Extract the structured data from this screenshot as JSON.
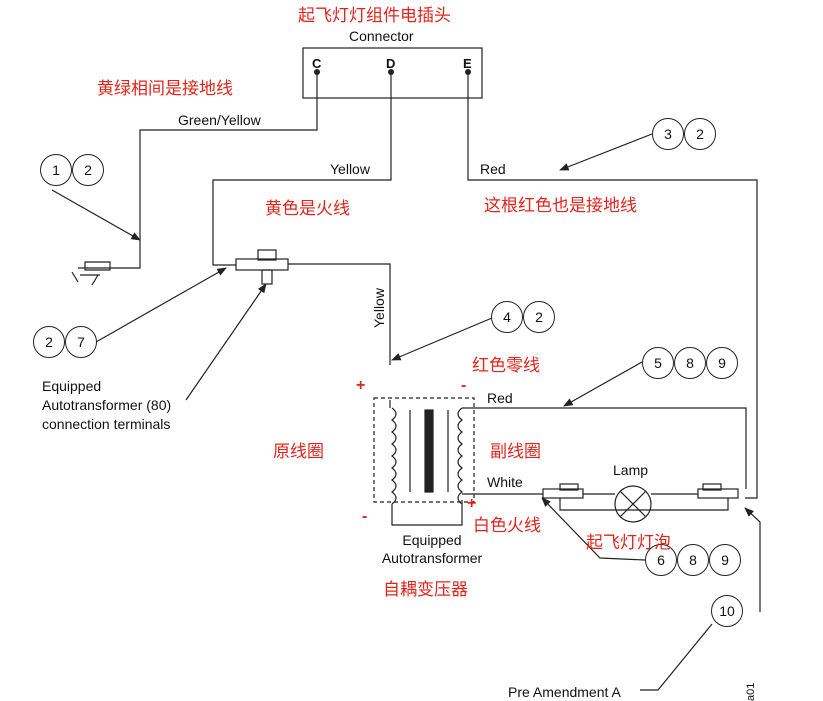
{
  "connector": {
    "title": "Connector",
    "pins": [
      "C",
      "D",
      "E"
    ]
  },
  "wires": {
    "green_yellow": "Green/Yellow",
    "yellow_top": "Yellow",
    "red_top": "Red",
    "yellow_vertical": "Yellow",
    "red_secondary": "Red",
    "white_secondary": "White"
  },
  "components": {
    "terminals": "Equipped\nAutotransformer (80)\nconnection terminals",
    "terminals_lines": [
      "Equipped",
      "Autotransformer (80)",
      "connection terminals"
    ],
    "autotransformer": [
      "Equipped",
      "Autotransformer"
    ],
    "lamp": "Lamp",
    "pre_amendment": "Pre Amendment A",
    "figure_code": "a01"
  },
  "polarity": {
    "plus": "+",
    "minus": "-"
  },
  "callouts": [
    {
      "id": "c1",
      "values": [
        "1",
        "2"
      ]
    },
    {
      "id": "c2",
      "values": [
        "3",
        "2"
      ]
    },
    {
      "id": "c3",
      "values": [
        "2",
        "7"
      ]
    },
    {
      "id": "c4",
      "values": [
        "4",
        "2"
      ]
    },
    {
      "id": "c5",
      "values": [
        "5",
        "8",
        "9"
      ]
    },
    {
      "id": "c6",
      "values": [
        "6",
        "8",
        "9"
      ]
    },
    {
      "id": "c7",
      "values": [
        "10"
      ]
    }
  ],
  "annotations": {
    "plug": "起飞灯灯组件电插头",
    "ground_gy": "黄绿相间是接地线",
    "hot_yellow": "黄色是火线",
    "ground_red": "这根红色也是接地线",
    "neutral_red": "红色零线",
    "primary": "原线圈",
    "secondary": "副线圈",
    "hot_white": "白色火线",
    "bulb": "起飞灯灯泡",
    "autotransformer_cn": "自耦变压器"
  },
  "colors": {
    "annotation": "#e3241b",
    "line": "#222222"
  }
}
